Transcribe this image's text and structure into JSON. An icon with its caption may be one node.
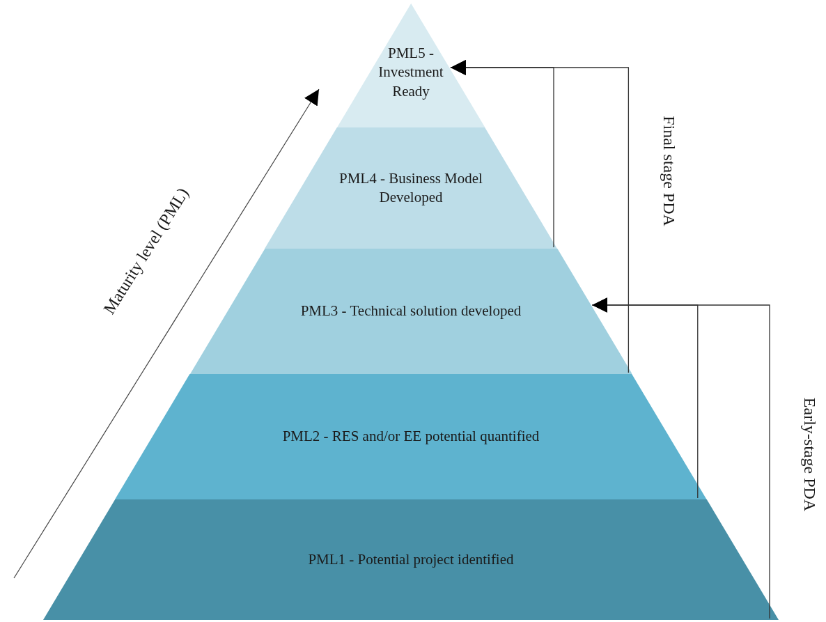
{
  "diagram": {
    "nodes": [
      {
        "text": [
          "PML5 - Investment Ready"
        ]
      },
      {
        "text": [
          "PML4 - Business Model Developed"
        ]
      },
      {
        "text": [
          "PML3 - Technical solution developed"
        ]
      },
      {
        "text": [
          "PML2 - RES and/or EE potential quantified"
        ]
      },
      {
        "text": [
          "PML1 - Potential project identified"
        ]
      }
    ],
    "edges": [
      {
        "from": 1,
        "to": 0,
        "arrow": "to"
      },
      {
        "from": 2,
        "to": 0,
        "arrow": "to"
      },
      {
        "from": 3,
        "to": 2,
        "arrow": "to"
      },
      {
        "from": 4,
        "to": 2,
        "arrow": "to"
      }
    ],
    "labels": [
      "Maturity level (PML)",
      "Final stage PDA",
      "Early-stage PDA"
    ]
  }
}
